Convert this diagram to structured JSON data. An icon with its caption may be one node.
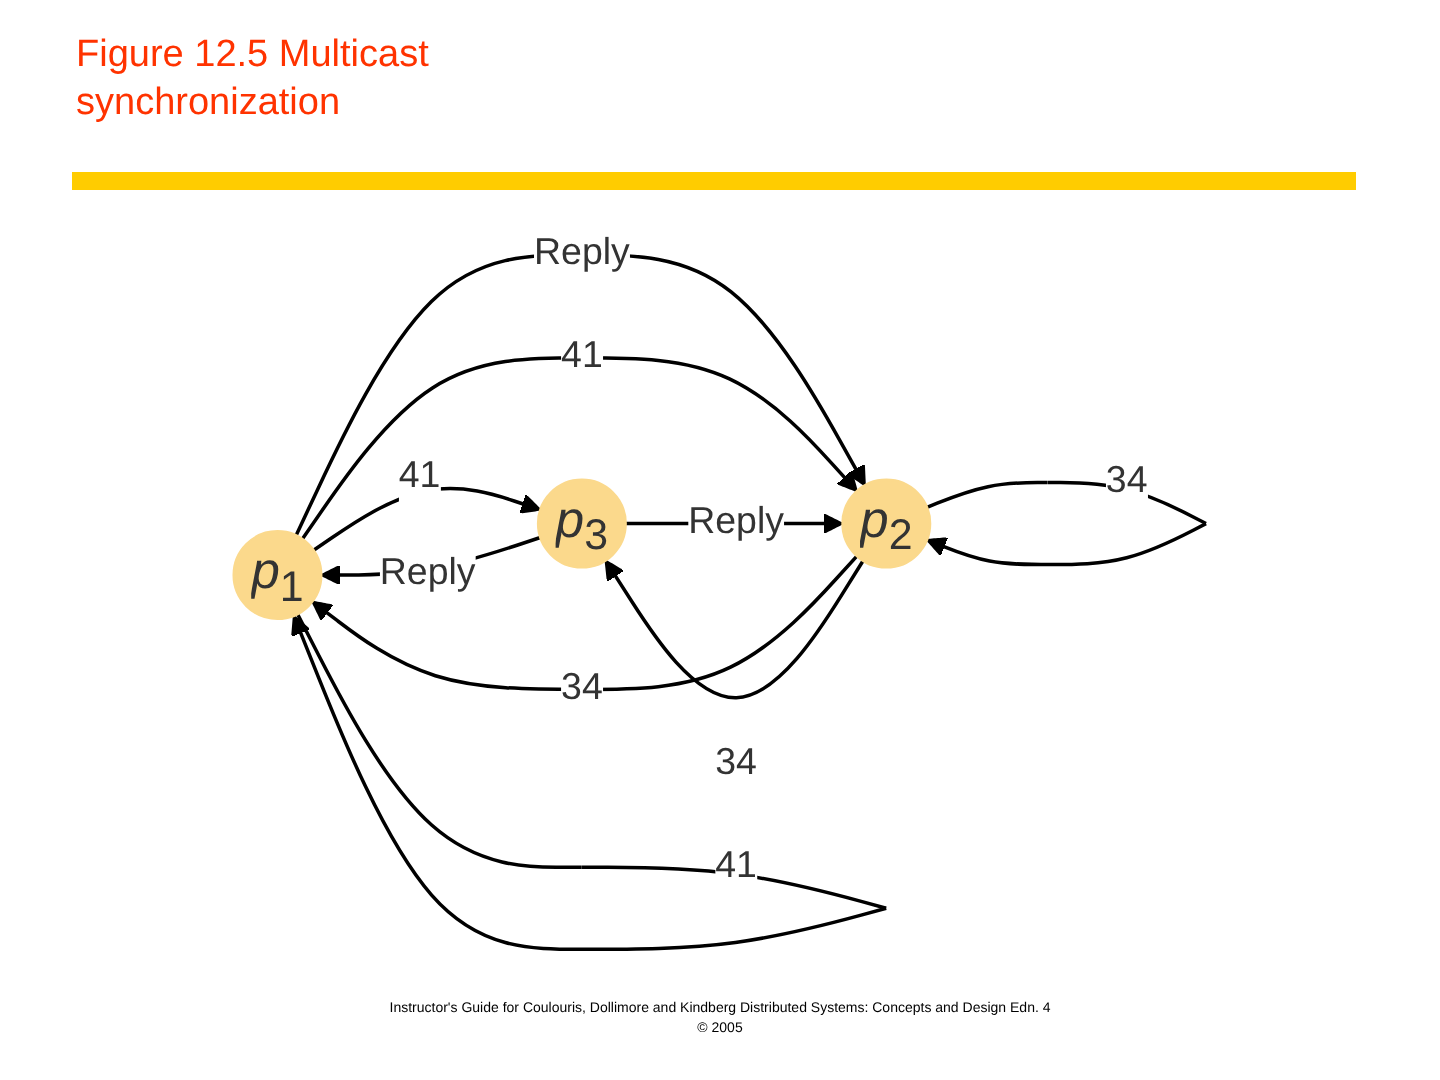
{
  "diagram": {
    "title": "Figure 12.5 Multicast synchronization",
    "nodes": [
      {
        "text": [
          "*p*$_{1}$"
        ]
      },
      {
        "text": [
          "*p*$_{3}$"
        ]
      },
      {
        "text": [
          "*p*$_{2}$"
        ]
      }
    ],
    "edges": [
      {
        "from": 0,
        "to": 0,
        "label": "41",
        "arrow": "to"
      },
      {
        "from": 0,
        "to": 1,
        "label": "41",
        "arrow": "to"
      },
      {
        "from": 1,
        "to": 0,
        "label": "Reply",
        "arrow": "to"
      },
      {
        "from": 0,
        "to": 2,
        "label": "Reply",
        "arrow": "to"
      },
      {
        "from": 2,
        "to": 0,
        "label": "34",
        "arrow": "to"
      },
      {
        "from": 0,
        "to": 2,
        "label": "41",
        "arrow": "to"
      },
      {
        "from": 2,
        "to": 1,
        "label": "34",
        "arrow": "to"
      },
      {
        "from": 1,
        "to": 2,
        "label": "Reply",
        "arrow": "to"
      },
      {
        "from": 2,
        "to": 2,
        "label": "34",
        "arrow": "to"
      }
    ],
    "labels": [
      "Instructor's Guide for Coulouris, Dollimore and Kindberg Distributed Systems: Concepts and Design Edn. 4",
      "© 2005"
    ]
  }
}
